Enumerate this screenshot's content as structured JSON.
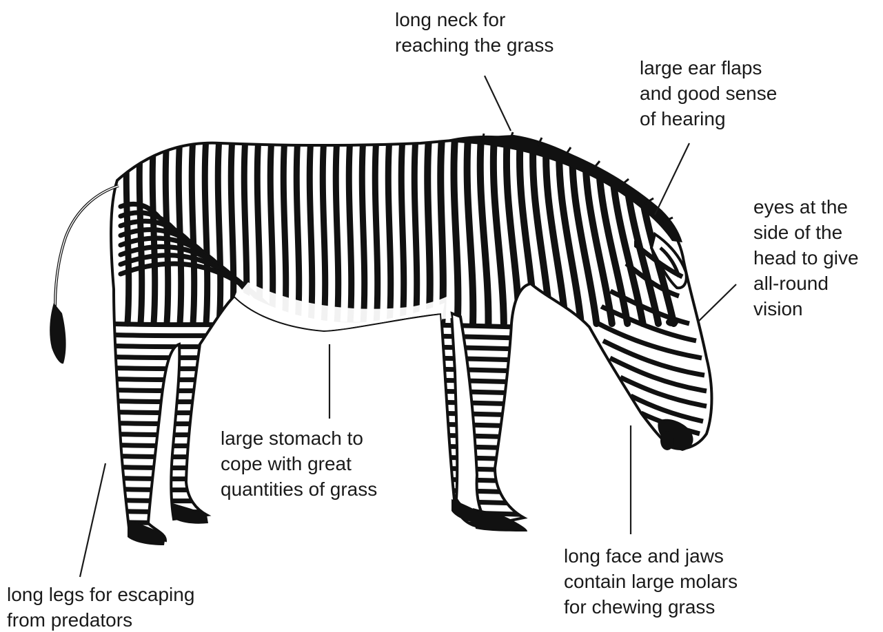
{
  "labels": {
    "neck": "long neck for\nreaching the grass",
    "ear": "large ear flaps\nand good sense\nof hearing",
    "eyes": "eyes at the\nside of the\nhead to give\nall-round\nvision",
    "stomach": "large stomach to\ncope with great\nquantities of grass",
    "face": "long face and jaws\ncontain large molars\nfor chewing grass",
    "legs": "long legs for escaping\nfrom predators"
  },
  "colors": {
    "ink": "#111111",
    "paper": "#ffffff",
    "text": "#1a1a1a"
  }
}
